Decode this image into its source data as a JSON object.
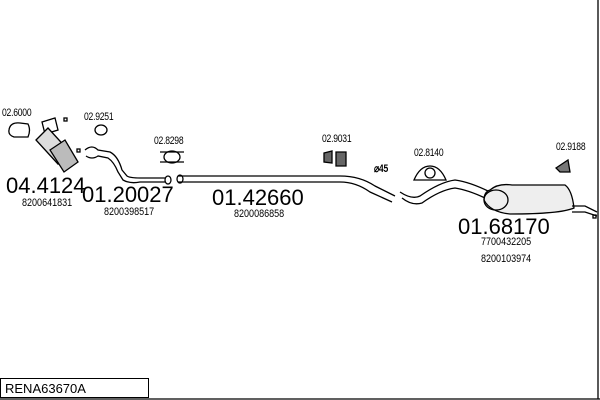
{
  "diagram_code": "RENA63670A",
  "parts": [
    {
      "number": "04.4124",
      "ref": "8200641831"
    },
    {
      "number": "01.20027",
      "ref": "8200398517"
    },
    {
      "number": "01.42660",
      "ref": "8200086858"
    },
    {
      "number": "01.68170",
      "ref": "7700432205",
      "ref2": "8200103974"
    }
  ],
  "accessories": [
    "02.6000",
    "02.9251",
    "02.8298",
    "02.9031",
    "02.8140",
    "02.9188"
  ],
  "diameter_label": "⌀45"
}
